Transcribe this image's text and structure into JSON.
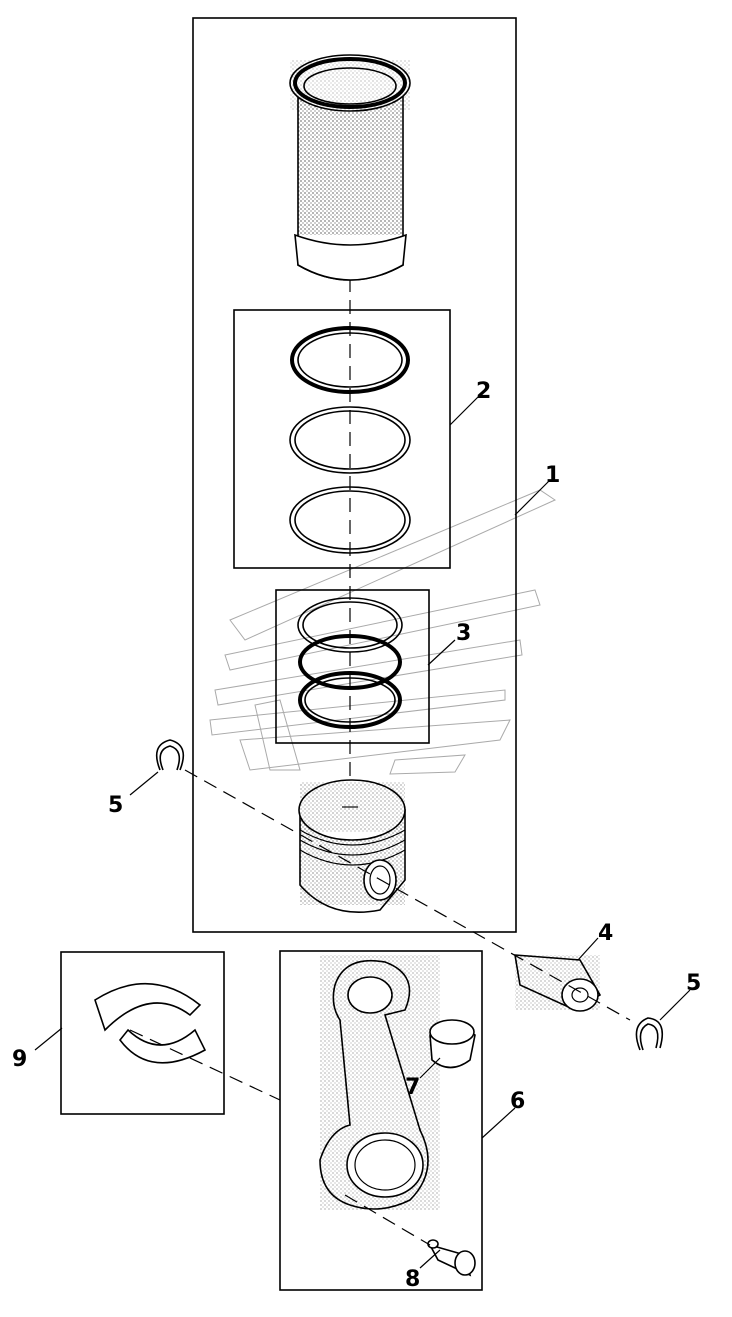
{
  "callouts": [
    {
      "id": "1",
      "label": "1"
    },
    {
      "id": "2",
      "label": "2"
    },
    {
      "id": "3",
      "label": "3"
    },
    {
      "id": "4",
      "label": "4"
    },
    {
      "id": "5a",
      "label": "5"
    },
    {
      "id": "5b",
      "label": "5"
    },
    {
      "id": "6",
      "label": "6"
    },
    {
      "id": "7",
      "label": "7"
    },
    {
      "id": "8",
      "label": "8"
    },
    {
      "id": "9",
      "label": "9"
    }
  ],
  "colors": {
    "line": "#000000",
    "background": "#ffffff",
    "watermark": "#aaaaaa"
  }
}
